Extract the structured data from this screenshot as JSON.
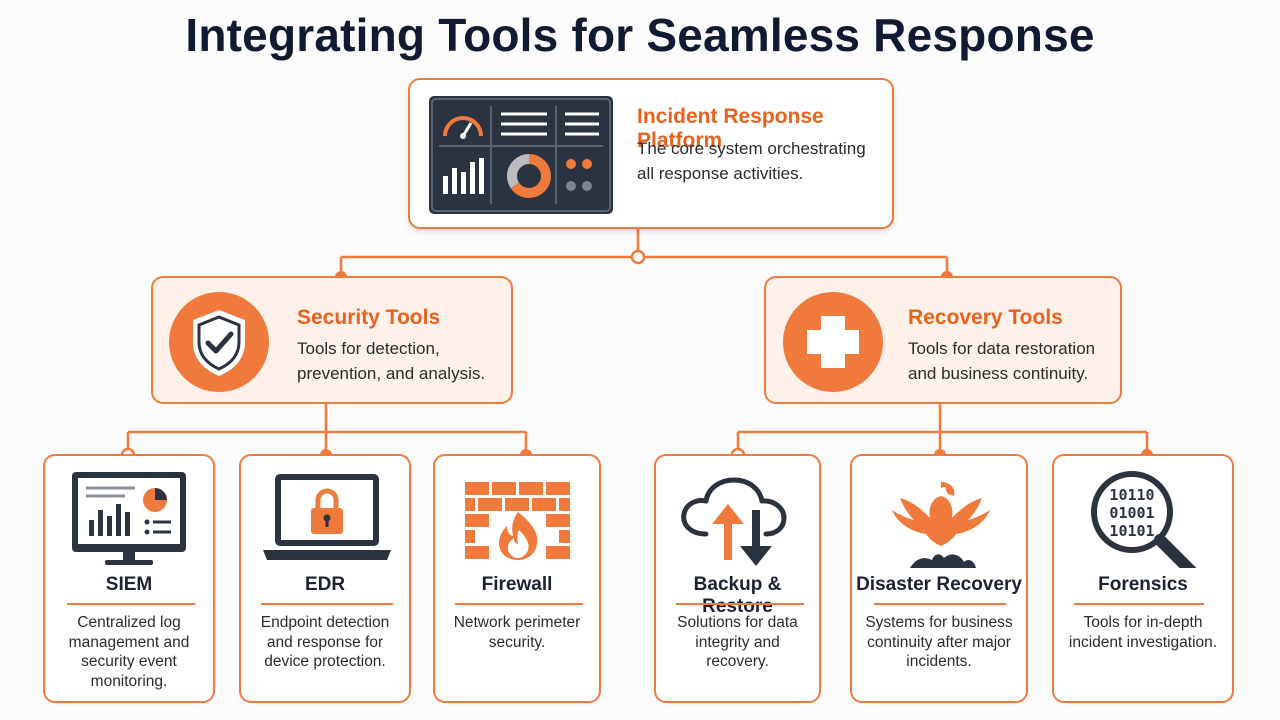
{
  "page": {
    "title": "Integrating Tools for Seamless Response"
  },
  "platform": {
    "title": "Incident Response Platform",
    "description": "The core system orchestrating all response activities.",
    "icon": "dashboard-icon"
  },
  "categories": [
    {
      "title": "Security Tools",
      "description": "Tools for detection, prevention, and analysis.",
      "icon": "shield-check-icon"
    },
    {
      "title": "Recovery Tools",
      "description": "Tools for data restoration and business continuity.",
      "icon": "medical-cross-icon"
    }
  ],
  "tools": [
    {
      "name": "SIEM",
      "description": "Centralized log management and security event monitoring.",
      "icon": "monitor-chart-icon"
    },
    {
      "name": "EDR",
      "description": "Endpoint detection and response for device protection.",
      "icon": "laptop-lock-icon"
    },
    {
      "name": "Firewall",
      "description": "Network perimeter security.",
      "icon": "firewall-icon"
    },
    {
      "name": "Backup & Restore",
      "description": "Solutions for data integrity and recovery.",
      "icon": "cloud-sync-icon"
    },
    {
      "name": "Disaster Recovery",
      "description": "Systems for business continuity after major incidents.",
      "icon": "phoenix-icon"
    },
    {
      "name": "Forensics",
      "description": "Tools for in-depth incident investigation.",
      "icon": "magnifier-binary-icon"
    }
  ],
  "forensics_icon_text": [
    "10110",
    "01001",
    "10101"
  ],
  "colors": {
    "accent": "#f07a3c",
    "accent_dark": "#e8621e",
    "navy": "#111a33",
    "dark_panel": "#2c3340"
  }
}
